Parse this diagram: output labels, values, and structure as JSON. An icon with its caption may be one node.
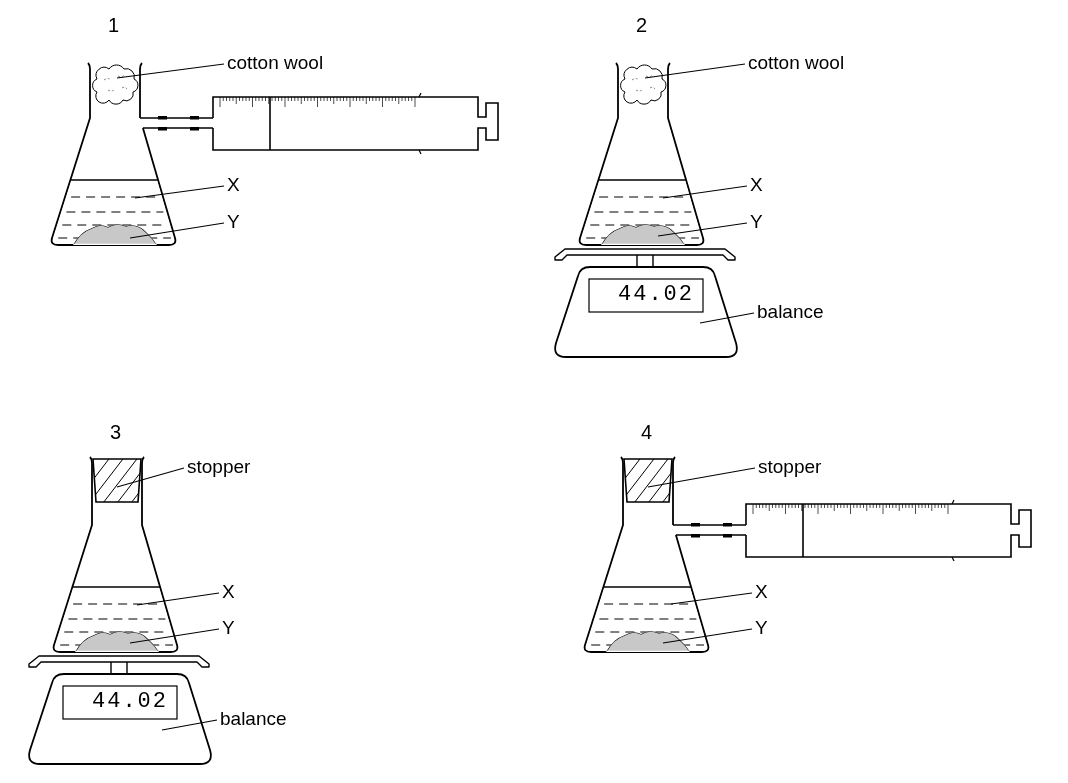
{
  "diagram": {
    "nodes": [
      {
        "text": [
          "cotton wool"
        ]
      },
      {
        "text": [
          "X"
        ]
      },
      {
        "text": [
          "Y"
        ]
      },
      {
        "text": [
          "cotton wool"
        ]
      },
      {
        "text": [
          "X"
        ]
      },
      {
        "text": [
          "Y"
        ]
      },
      {
        "text": [
          "balance"
        ]
      },
      {
        "text": [
          "stopper"
        ]
      },
      {
        "text": [
          "X"
        ]
      },
      {
        "text": [
          "Y"
        ]
      },
      {
        "text": [
          "balance"
        ]
      },
      {
        "text": [
          "stopper"
        ]
      },
      {
        "text": [
          "X"
        ]
      },
      {
        "text": [
          "Y"
        ]
      },
      {
        "text": [],
        "shape": "picture"
      },
      {
        "text": [],
        "shape": "picture"
      },
      {
        "text": [],
        "shape": "picture",
        "in": 15
      },
      {
        "text": [],
        "shape": "picture"
      },
      {
        "text": [],
        "shape": "picture"
      },
      {
        "text": [],
        "shape": "picture",
        "in": 18
      },
      {
        "text": [],
        "shape": "picture"
      },
      {
        "text": [],
        "shape": "picture"
      },
      {
        "text": [],
        "shape": "picture"
      },
      {
        "text": [],
        "shape": "picture",
        "in": 22
      },
      {
        "text": [],
        "shape": "picture"
      },
      {
        "text": [],
        "shape": "picture"
      },
      {
        "text": [],
        "shape": "picture"
      },
      {
        "text": [],
        "shape": "picture",
        "in": 26
      }
    ],
    "edges": [
      {
        "from": 0,
        "to": 14,
        "arrow": "none"
      },
      {
        "from": 1,
        "to": 15,
        "arrow": "none"
      },
      {
        "from": 2,
        "to": 16,
        "arrow": "none"
      },
      {
        "from": 3,
        "to": 17,
        "arrow": "none"
      },
      {
        "from": 4,
        "to": 18,
        "arrow": "none"
      },
      {
        "from": 5,
        "to": 19,
        "arrow": "none"
      },
      {
        "from": 6,
        "to": 20,
        "arrow": "none"
      },
      {
        "from": 7,
        "to": 21,
        "arrow": "none"
      },
      {
        "from": 8,
        "to": 22,
        "arrow": "none"
      },
      {
        "from": 9,
        "to": 23,
        "arrow": "none"
      },
      {
        "from": 10,
        "to": 24,
        "arrow": "none"
      },
      {
        "from": 11,
        "to": 25,
        "arrow": "none"
      },
      {
        "from": 12,
        "to": 26,
        "arrow": "none"
      },
      {
        "from": 13,
        "to": 27,
        "arrow": "none"
      }
    ],
    "labels": [
      "1",
      "2",
      "44.02",
      "3",
      "44.02",
      "4"
    ]
  }
}
